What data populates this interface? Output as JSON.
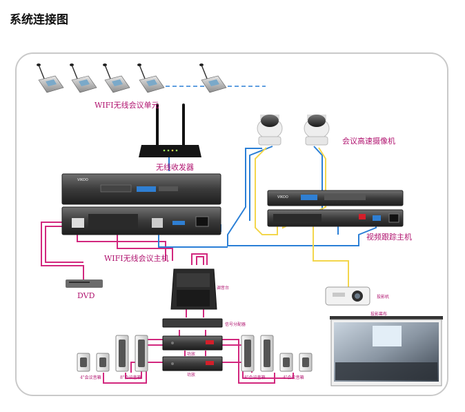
{
  "page_title": "系统连接图",
  "labels": {
    "wifi_units": "WIFI无线会议单元",
    "router": "无线收发器",
    "host": "WIFI无线会议主机",
    "dvd": "DVD",
    "cameras": "会议高速摄像机",
    "tracking_host": "视频跟踪主机",
    "mixer": "调音台",
    "splitter": "信号分配器",
    "projector": "投影机",
    "screen": "投影幕布",
    "amp1": "功放",
    "amp2": "功放",
    "spk1": "4\"会议音箱",
    "spk2": "8\"会议音箱",
    "spk3": "8\"会议音箱",
    "spk4": "4\"会议音箱"
  },
  "device_text": {
    "host_brand": "VIKOO",
    "tracking_brand": "VIKOO"
  },
  "colors": {
    "cable_pink": "#d2277e",
    "cable_blue": "#2a7fd6",
    "cable_yellow": "#f3d64b",
    "label": "#b0136f"
  }
}
